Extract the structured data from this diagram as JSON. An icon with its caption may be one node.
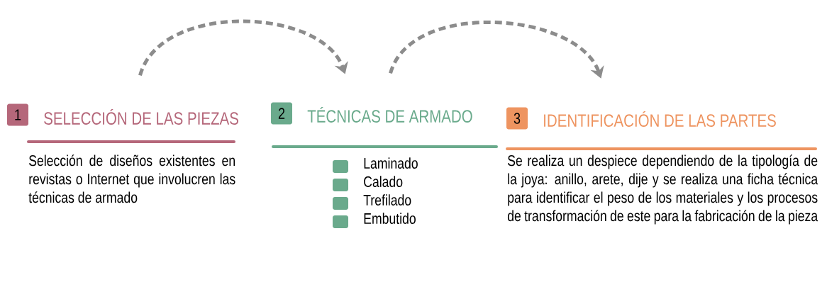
{
  "diagram": {
    "nodes": [
      {
        "text": [
          "1"
        ]
      },
      {
        "text": [
          "SELECCIÓN DE LAS PIEZAS"
        ]
      },
      {
        "text": [
          "2"
        ]
      },
      {
        "text": [
          "TÉCNICAS DE ARMADO"
        ]
      },
      {
        "text": [
          "3"
        ]
      },
      {
        "text": [
          "IDENTIFICACIÓN DE LAS PARTES"
        ]
      }
    ],
    "edges": [
      {
        "from": 1,
        "to": 3,
        "arrow": "to",
        "style": "dashed"
      },
      {
        "from": 3,
        "to": 5,
        "arrow": "to",
        "style": "dashed"
      }
    ],
    "labels": [
      "Selección de diseños existentes en revistas o Internet que involucren las técnicas de armado",
      "Laminado",
      "Calado",
      "Trefilado",
      "Embutido",
      "Se realiza un despiece dependiendo de la tipología de la joya: anillo, arete, dije y se realiza una ficha técnica para identificar el peso de los materiales y los procesos de transformación de este para la fabricación de la pieza"
    ]
  }
}
